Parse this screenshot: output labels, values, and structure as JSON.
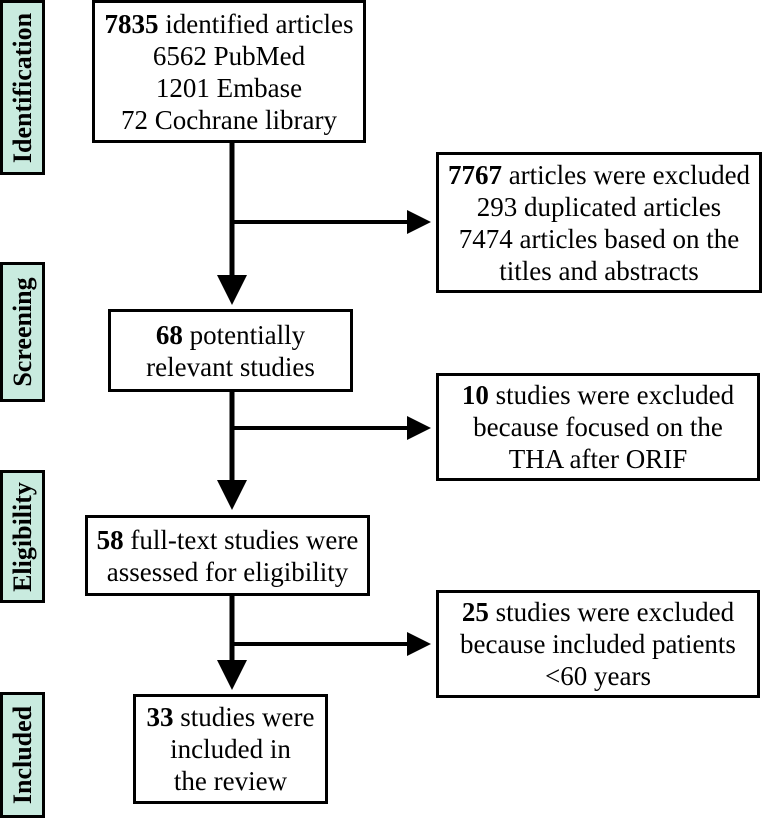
{
  "colors": {
    "stage_fill": "#c9ebdf",
    "line": "#000000"
  },
  "stages": {
    "identification": "Identification",
    "screening": "Screening",
    "eligibility": "Eligibility",
    "included": "Included"
  },
  "boxes": {
    "identified": {
      "count": "7835",
      "rest": " identified articles",
      "lines": [
        "6562 PubMed",
        "1201 Embase",
        "72 Cochrane library"
      ]
    },
    "excluded_1": {
      "count": "7767",
      "rest": " articles were excluded",
      "lines": [
        "293 duplicated articles",
        "7474 articles based on the",
        "titles and abstracts"
      ]
    },
    "relevant": {
      "count": "68",
      "rest": " potentially",
      "lines": [
        "relevant studies"
      ]
    },
    "excluded_2": {
      "count": "10",
      "rest": " studies were excluded",
      "lines": [
        "because focused on the",
        "THA after ORIF"
      ]
    },
    "fulltext": {
      "count": "58",
      "rest": " full-text studies were",
      "lines": [
        "assessed for eligibility"
      ]
    },
    "excluded_3": {
      "count": "25",
      "rest": " studies were excluded",
      "lines": [
        "because included patients",
        "<60 years"
      ]
    },
    "included": {
      "count": "33",
      "rest": " studies were",
      "lines": [
        "included in",
        "the review"
      ]
    }
  }
}
